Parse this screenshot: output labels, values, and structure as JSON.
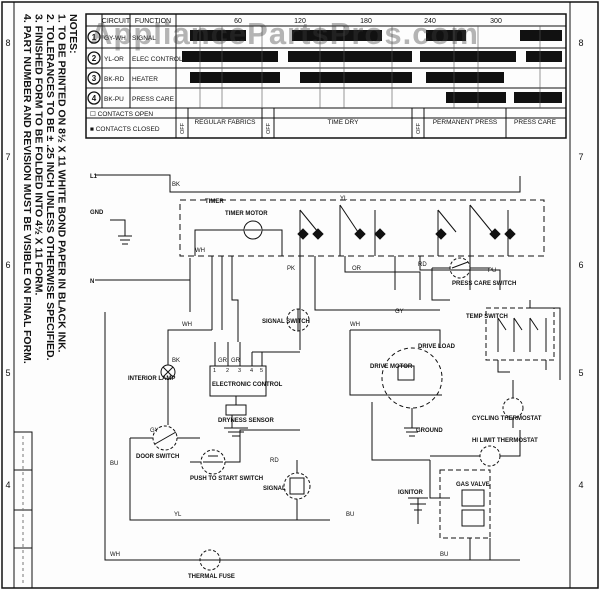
{
  "watermark": "AppliancePartsPros.com",
  "notes": [
    "NOTES:",
    "1. TO BE PRINTED ON 8½ X 11 WHITE BOND PAPER IN BLACK INK.",
    "2. TOLERANCES TO BE ± .25 INCH UNLESS OTHERWISE SPECIFIED.",
    "3. FINISHED FORM TO BE FOLDED INTO 4½ X 11 FORM.",
    "4. PART NUMBER AND REVISION MUST BE VISIBLE ON FINAL FORM."
  ],
  "edge_numbers": {
    "left": [
      "8",
      "7",
      "6",
      "5",
      "4"
    ],
    "right": [
      "8",
      "7",
      "6",
      "5",
      "4"
    ]
  },
  "timer_chart": {
    "header_circuit": "CIRCUIT",
    "header_function": "FUNCTION",
    "time_ticks": [
      "60",
      "120",
      "180",
      "240",
      "300"
    ],
    "rows": [
      {
        "num": "1",
        "wire": "GY-WH",
        "func": "SIGNAL"
      },
      {
        "num": "2",
        "wire": "YL-OR",
        "func": "ELEC CONTROL"
      },
      {
        "num": "3",
        "wire": "BK-RD",
        "func": "HEATER"
      },
      {
        "num": "4",
        "wire": "BK-PU",
        "func": "PRESS CARE"
      }
    ],
    "legend_open": "☐ CONTACTS OPEN",
    "legend_closed": "■ CONTACTS CLOSED",
    "off_label": "OFF",
    "cycles": [
      "REGULAR FABRICS",
      "TIME DRY",
      "PERMANENT PRESS",
      "PRESS CARE"
    ]
  },
  "labels": {
    "timer": "TIMER",
    "timer_motor": "TIMER MOTOR",
    "gnd": "GND",
    "l1": "L1",
    "n": "N",
    "interior_lamp": "INTERIOR LAMP",
    "electronic_control": "ELECTRONIC CONTROL",
    "dryness_sensor": "DRYNESS SENSOR",
    "signal_switch": "SIGNAL SWITCH",
    "drive_motor": "DRIVE MOTOR",
    "drive_load": "DRIVE LOAD",
    "ground": "GROUND",
    "press_care_switch": "PRESS CARE SWITCH",
    "temp_switch": "TEMP SWITCH",
    "cycling_thermostat": "CYCLING THERMOSTAT",
    "hi_limit_thermostat": "HI LIMIT THERMOSTAT",
    "door_switch": "DOOR SWITCH",
    "push_to_start": "PUSH TO START SWITCH",
    "signal": "SIGNAL",
    "ignitor": "IGNITOR",
    "gas_valve": "GAS VALVE",
    "thermal_fuse": "THERMAL FUSE"
  },
  "wires": [
    "BK",
    "WH",
    "YL",
    "OR",
    "PK",
    "RD",
    "BU",
    "GY",
    "PU",
    "GR",
    "GR",
    "BK",
    "RD",
    "WH",
    "YL",
    "BU",
    "GY",
    "BU",
    "WH",
    "WH"
  ],
  "control_pins": [
    "1",
    "2",
    "3",
    "4",
    "5"
  ],
  "colors": {
    "ink": "#111111",
    "paper": "#fdfdfd"
  }
}
